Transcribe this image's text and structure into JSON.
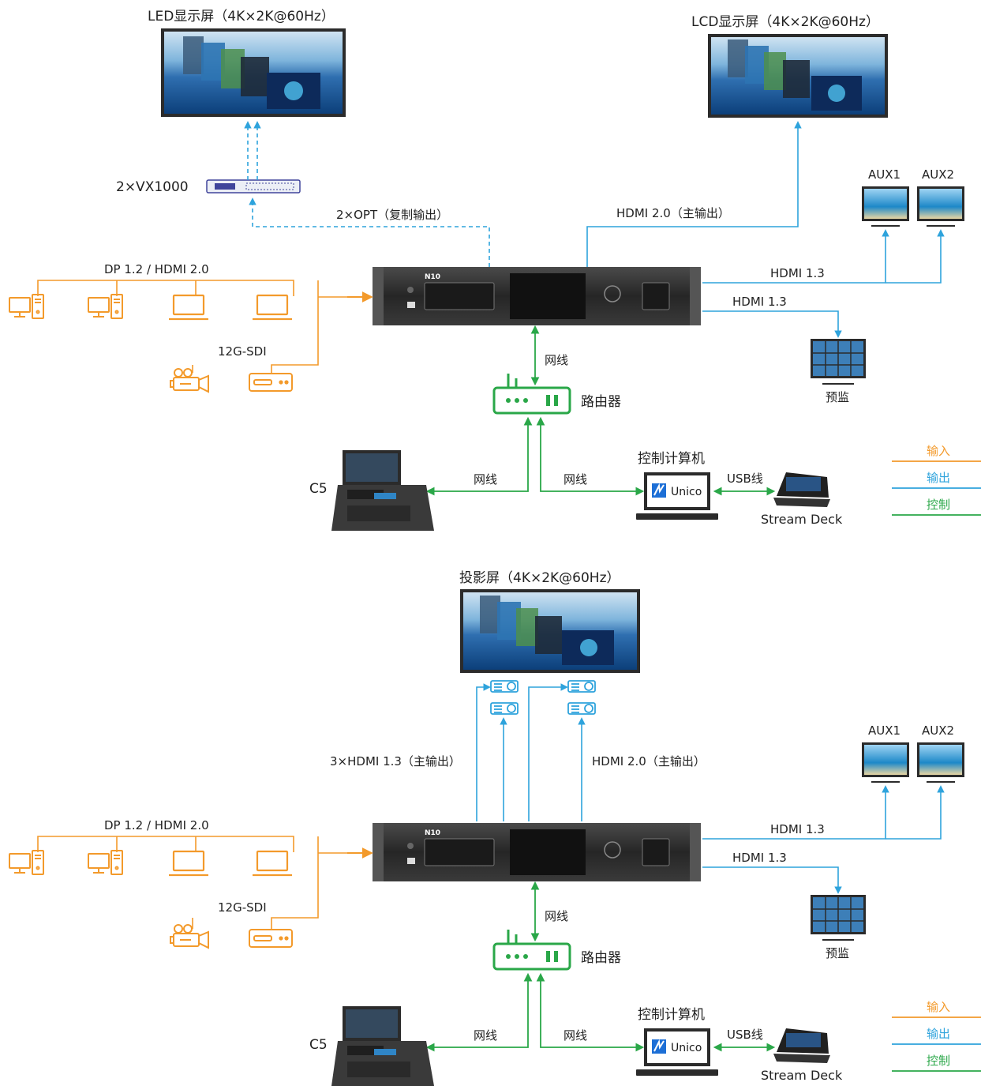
{
  "colors": {
    "input": "#f39a2b",
    "output": "#2ea3dc",
    "control": "#2aa748",
    "device": "#2b2b2b",
    "text": "#222222"
  },
  "diagram1": {
    "led_screen_label": "LED显示屏（4K×2K@60Hz）",
    "lcd_screen_label": "LCD显示屏（4K×2K@60Hz）",
    "vx1000_label": "2×VX1000",
    "opt_label": "2×OPT（复制输出）",
    "hdmi20_label": "HDMI 2.0（主输出）",
    "aux1_label": "AUX1",
    "aux2_label": "AUX2",
    "hdmi13_aux_label": "HDMI 1.3",
    "hdmi13_preview_label": "HDMI 1.3",
    "preview_label": "预监",
    "dp_hdmi_label": "DP 1.2 / HDMI 2.0",
    "sdi_label": "12G-SDI",
    "device_model": "N10",
    "net_top_label": "网线",
    "router_label": "路由器",
    "c5_label": "C5",
    "net_left_label": "网线",
    "net_right_label": "网线",
    "pc_title": "控制计算机",
    "unico_label": "Unico",
    "usb_label": "USB线",
    "streamdeck_label": "Stream Deck"
  },
  "diagram2": {
    "projection_label": "投影屏（4K×2K@60Hz）",
    "hdmi13x3_label": "3×HDMI 1.3（主输出）",
    "hdmi20_label": "HDMI 2.0（主输出）",
    "aux1_label": "AUX1",
    "aux2_label": "AUX2",
    "hdmi13_aux_label": "HDMI 1.3",
    "hdmi13_preview_label": "HDMI 1.3",
    "preview_label": "预监",
    "dp_hdmi_label": "DP 1.2 / HDMI 2.0",
    "sdi_label": "12G-SDI",
    "device_model": "N10",
    "net_top_label": "网线",
    "router_label": "路由器",
    "c5_label": "C5",
    "net_left_label": "网线",
    "net_right_label": "网线",
    "pc_title": "控制计算机",
    "unico_label": "Unico",
    "usb_label": "USB线",
    "streamdeck_label": "Stream Deck"
  },
  "legend": {
    "input": "输入",
    "output": "输出",
    "control": "控制"
  }
}
